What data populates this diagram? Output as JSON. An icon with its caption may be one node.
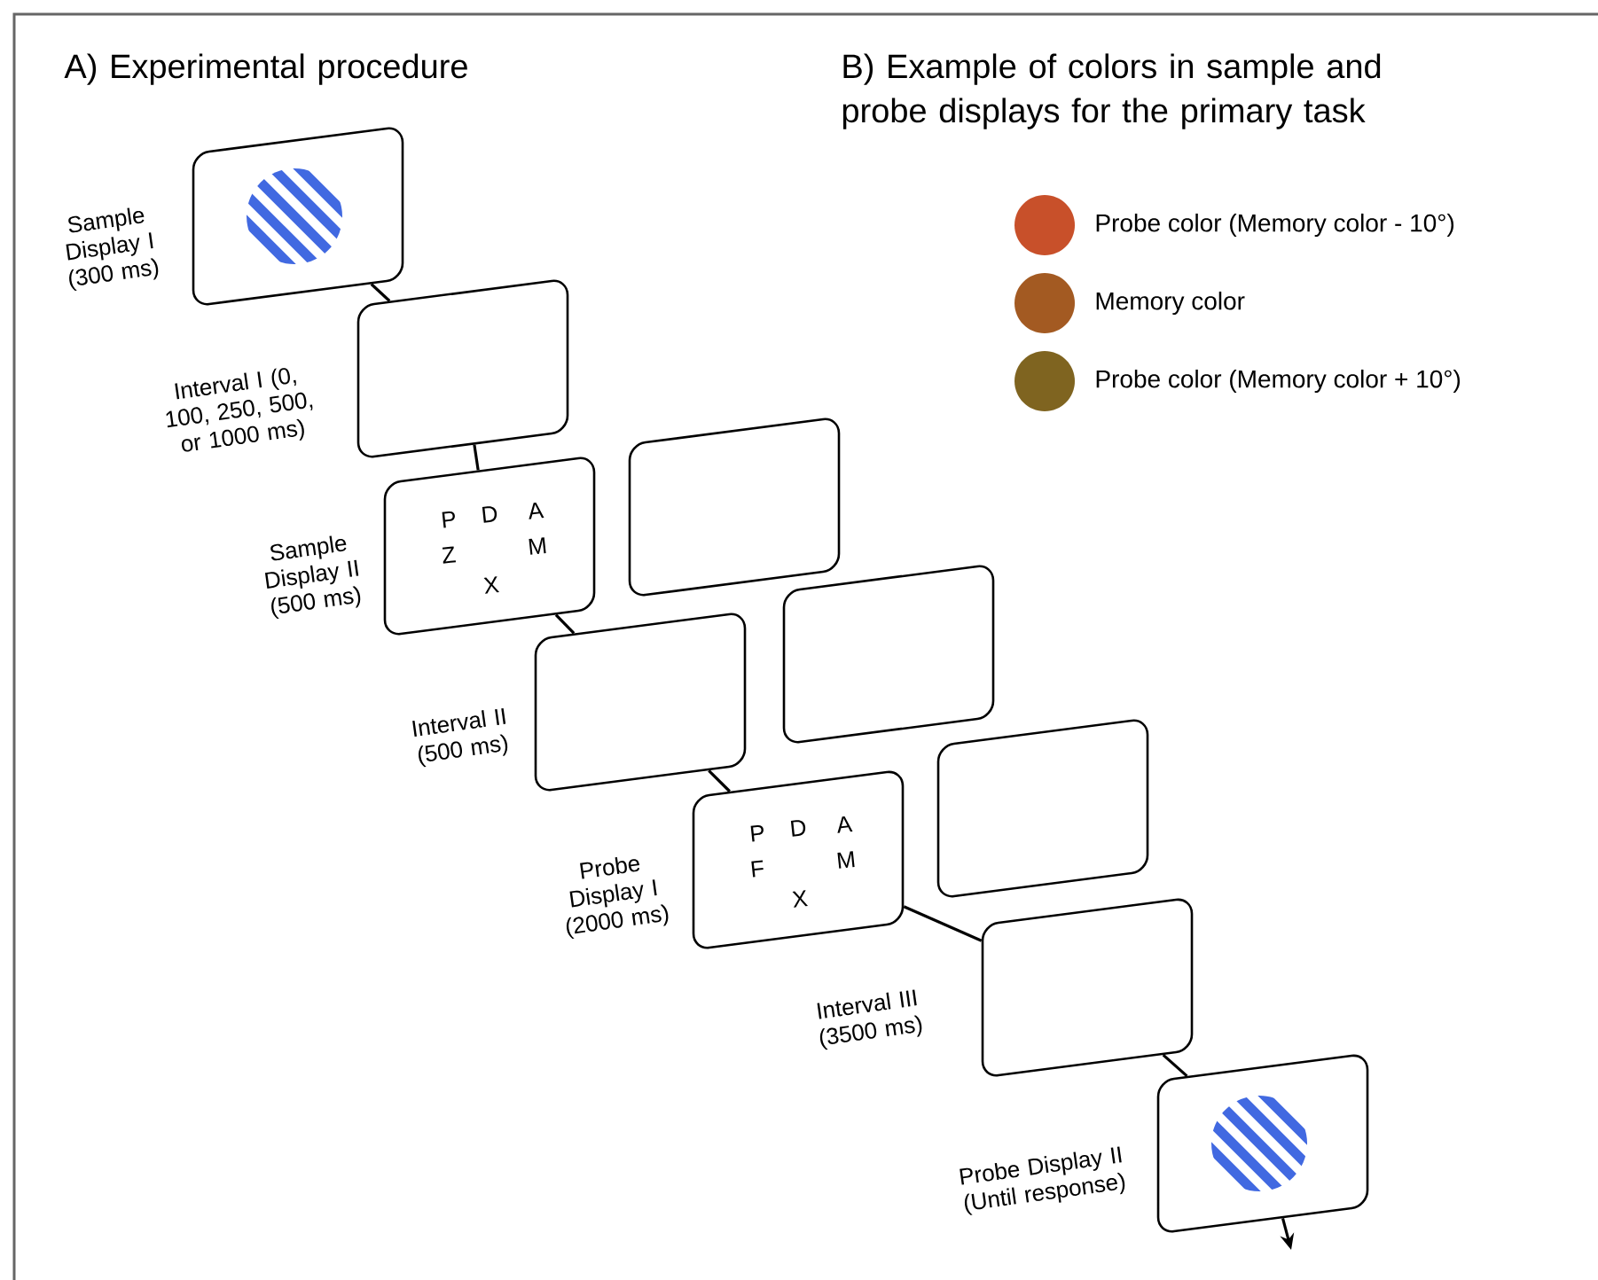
{
  "diagram": {
    "nodes": [
      {
        "text": [],
        "shape": "box",
        "beside": [
          "Sample Display I (300 ms)"
        ]
      },
      {
        "text": [],
        "shape": "box",
        "beside": [
          "Interval I (0, 100, 250, 500, or 1000 ms)"
        ]
      },
      {
        "text": [
          "P",
          "D",
          "A",
          "Z",
          "M",
          "X"
        ],
        "beside": [
          "Sample Display II (500 ms)"
        ]
      },
      {
        "text": [],
        "shape": "box",
        "beside": [
          "Interval II (500 ms)"
        ]
      },
      {
        "text": [
          "P",
          "D",
          "A",
          "F",
          "M",
          "X"
        ],
        "beside": [
          "Probe Display I (2000 ms)"
        ]
      },
      {
        "text": [],
        "shape": "box",
        "beside": [
          "Interval III (3500 ms)"
        ]
      },
      {
        "text": [],
        "shape": "box",
        "beside": [
          "Probe Display II (Until response)"
        ]
      },
      {
        "text": [],
        "shape": "box"
      },
      {
        "text": [],
        "shape": "box"
      },
      {
        "text": [],
        "shape": "box"
      }
    ],
    "edges": [
      {
        "from": 0,
        "to": 1,
        "arrow": "none"
      },
      {
        "from": 1,
        "to": 2,
        "arrow": "none"
      },
      {
        "from": 2,
        "to": 3,
        "arrow": "none"
      },
      {
        "from": 3,
        "to": 4,
        "arrow": "none"
      },
      {
        "from": 4,
        "to": 5,
        "arrow": "none"
      },
      {
        "from": 5,
        "to": 6,
        "arrow": "none"
      },
      {
        "from": 6,
        "to": null,
        "arrow": "to"
      }
    ],
    "labels": [
      "A) Experimental procedure",
      "B) Example of colors in sample and probe displays for the primary task"
    ],
    "legend": [
      {
        "text": "Probe color (Memory color - 10°)",
        "color": "#c8502a"
      },
      {
        "text": "Memory color",
        "color": "#a35a22"
      },
      {
        "text": "Probe color (Memory color + 10°)",
        "color": "#7f6420"
      }
    ]
  }
}
